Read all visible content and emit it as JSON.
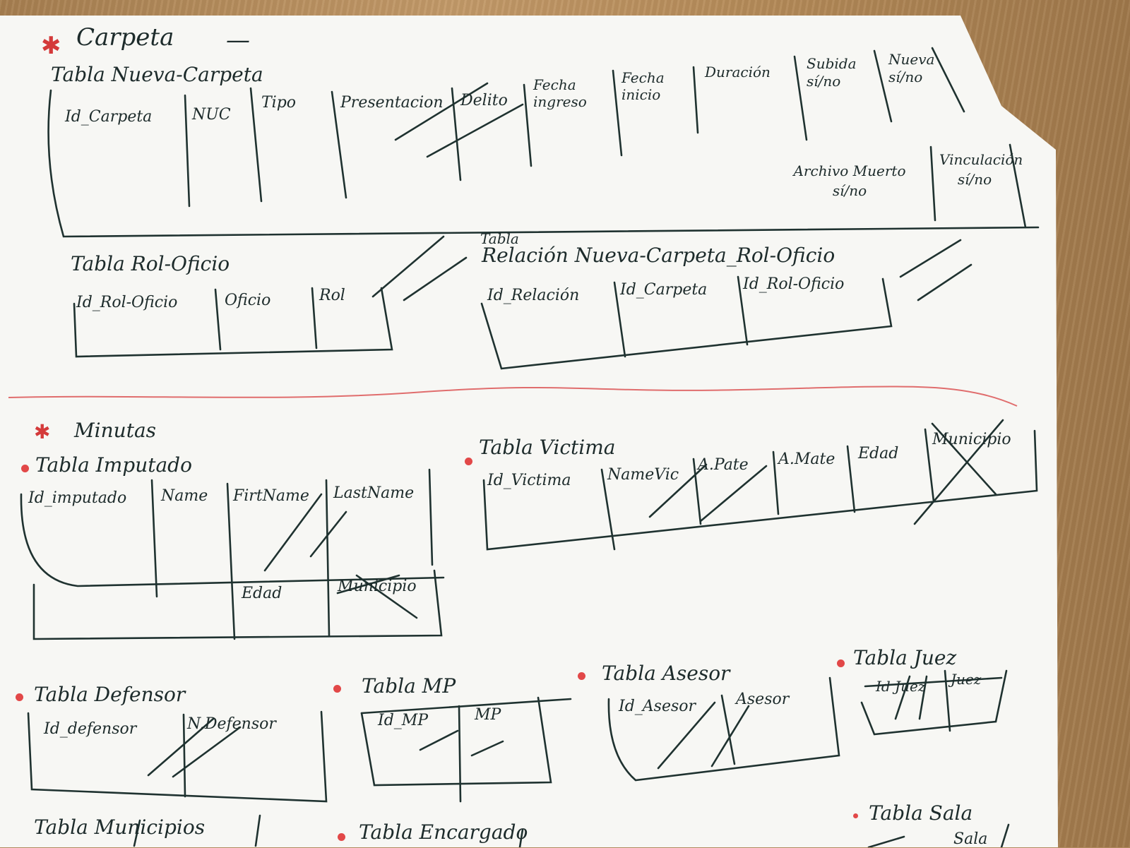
{
  "sections": {
    "carpeta": {
      "title": "Carpeta",
      "dash": "—",
      "tabla_nueva_carpeta": {
        "title": "Tabla Nueva-Carpeta",
        "columns": [
          "Id_Carpeta",
          "NUC",
          "Tipo",
          "Presentacion",
          "Delito",
          "Fecha ingreso",
          "Fecha inicio",
          "Duración",
          "Subida sí/no",
          "Nueva sí/no"
        ],
        "extra_columns": [
          "Archivo Muerto sí/no",
          "Vinculación sí/no"
        ]
      },
      "tabla_rol_oficio": {
        "title": "Tabla Rol-Oficio",
        "columns": [
          "Id_Rol-Oficio",
          "Oficio",
          "Rol"
        ]
      },
      "tabla_relacion": {
        "title_top": "Tabla",
        "title": "Relación Nueva-Carpeta_Rol-Oficio",
        "columns": [
          "Id_Relación",
          "Id_Carpeta",
          "Id_Rol-Oficio"
        ]
      }
    },
    "minutas": {
      "title": "Minutas",
      "tabla_imputado": {
        "title": "Tabla Imputado",
        "columns": [
          "Id_imputado",
          "Name",
          "FirtName",
          "LastName"
        ],
        "second_row": [
          "Edad",
          "Municipio"
        ]
      },
      "tabla_victima": {
        "title": "Tabla Victima",
        "columns": [
          "Id_Victima",
          "NameVic",
          "A.Pate",
          "A.Mate",
          "Edad",
          "Municipio"
        ]
      },
      "tabla_defensor": {
        "title": "Tabla Defensor",
        "columns": [
          "Id_defensor",
          "N.Defensor"
        ]
      },
      "tabla_mp": {
        "title": "Tabla MP",
        "columns": [
          "Id_MP",
          "MP"
        ]
      },
      "tabla_asesor": {
        "title": "Tabla Asesor",
        "columns": [
          "Id_Asesor",
          "Asesor"
        ]
      },
      "tabla_juez": {
        "title": "Tabla Juez",
        "columns": [
          "Id Juez",
          "Juez"
        ]
      },
      "tabla_municipios": {
        "title": "Tabla Municipios"
      },
      "tabla_encargado": {
        "title": "Tabla Encargado"
      },
      "tabla_sala": {
        "title": "Tabla Sala",
        "columns": [
          "Sala"
        ]
      }
    }
  },
  "colors": {
    "ink": "#1f3230",
    "red_marker": "#e24848",
    "paper": "#f7f7f4",
    "wood": "#b08a5c"
  }
}
